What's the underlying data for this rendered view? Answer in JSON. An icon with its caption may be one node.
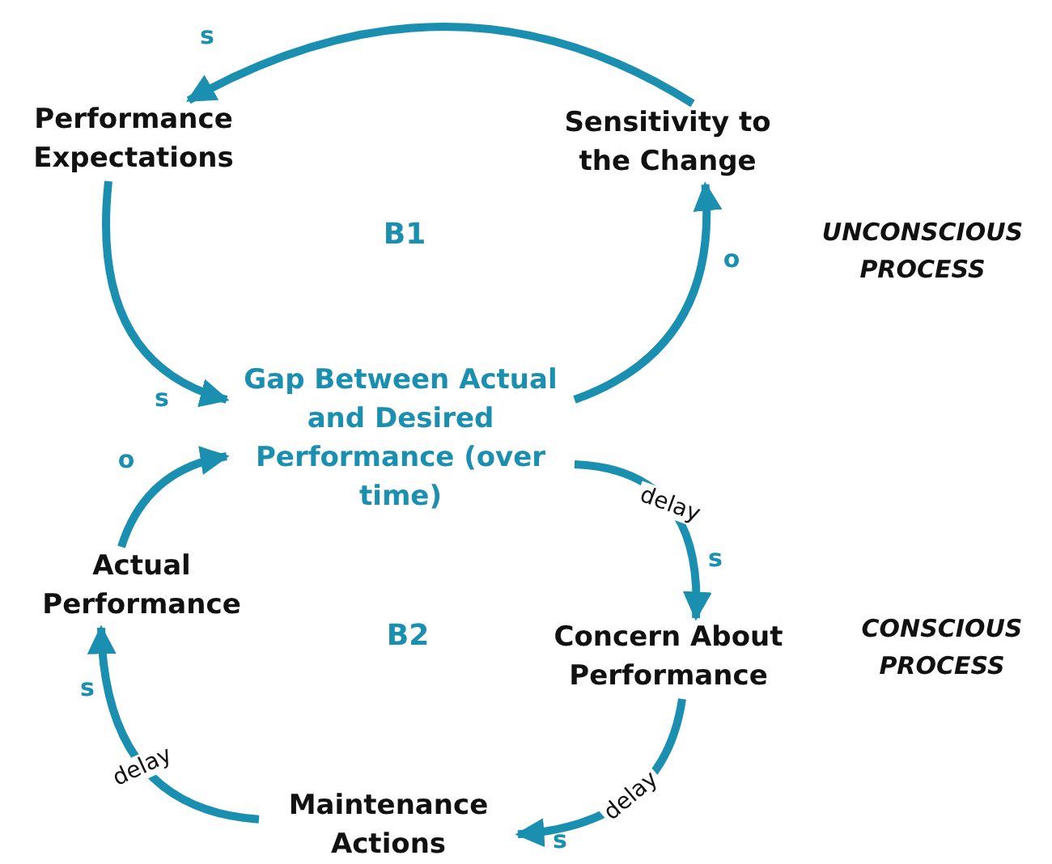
{
  "diagram": {
    "nodes": [
      {
        "text": [
          "Performance Expectations"
        ]
      },
      {
        "text": [
          "Sensitivity to the Change"
        ]
      },
      {
        "text": [
          "Gap Between Actual and Desired Performance (over time)"
        ]
      },
      {
        "text": [
          "Actual Performance"
        ]
      },
      {
        "text": [
          "Concern About Performance"
        ]
      },
      {
        "text": [
          "Maintenance Actions"
        ]
      }
    ],
    "edges": [
      {
        "from": 1,
        "to": 0,
        "arrow": "to"
      },
      {
        "from": 0,
        "to": 2,
        "arrow": "to"
      },
      {
        "from": 2,
        "to": 1,
        "arrow": "to"
      },
      {
        "from": 2,
        "to": 4,
        "arrow": "to",
        "label": "delay"
      },
      {
        "from": 4,
        "to": 5,
        "arrow": "to",
        "label": "delay"
      },
      {
        "from": 5,
        "to": 3,
        "arrow": "to",
        "label": "delay"
      },
      {
        "from": 3,
        "to": 2,
        "arrow": "to"
      }
    ],
    "labels": [
      "s",
      "B1",
      "UNCONSCIOUS PROCESS",
      "o",
      "s",
      "o",
      "s",
      "B2",
      "CONSCIOUS PROCESS",
      "s",
      "s"
    ]
  }
}
